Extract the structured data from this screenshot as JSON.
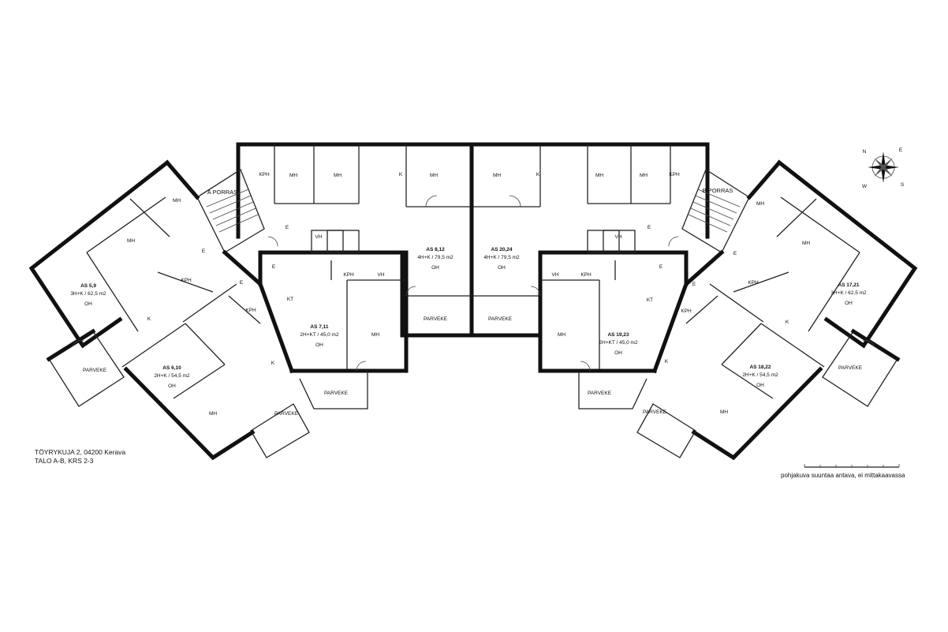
{
  "address_line1": "TÖYRYKUJA 2, 04200 Kerava",
  "address_line2": "TALO A-B, KRS 2-3",
  "scale_note": "pohjakuva suuntaa antava, ei mittakaavassa",
  "compass": {
    "n": "N",
    "e": "E",
    "s": "S",
    "w": "W"
  },
  "stairs": {
    "a": "A PORRAS",
    "b": "B PORRAS"
  },
  "apartments": [
    {
      "id": "AS 5,9",
      "type": "3H+K / 62,5 m2",
      "room": "OH"
    },
    {
      "id": "AS 6,10",
      "type": "2H+K / 54,5 m2",
      "room": "OH"
    },
    {
      "id": "AS 7,11",
      "type": "2H+KT / 45,0 m2",
      "room": "OH"
    },
    {
      "id": "AS 8,12",
      "type": "4H+K / 79,5 m2",
      "room": "OH"
    },
    {
      "id": "AS 20,24",
      "type": "4H+K / 79,5 m2",
      "room": "OH"
    },
    {
      "id": "AS 19,23",
      "type": "2H+KT / 45,0 m2",
      "room": "OH"
    },
    {
      "id": "AS 18,22",
      "type": "2H+K / 54,5 m2",
      "room": "OH"
    },
    {
      "id": "AS 17,21",
      "type": "3H+K / 62,5 m2",
      "room": "OH"
    }
  ],
  "rooms": {
    "mh": "MH",
    "kph": "KPH",
    "k": "K",
    "e": "E",
    "vh": "VH",
    "kt": "KT",
    "parveke": "PARVEKE"
  }
}
